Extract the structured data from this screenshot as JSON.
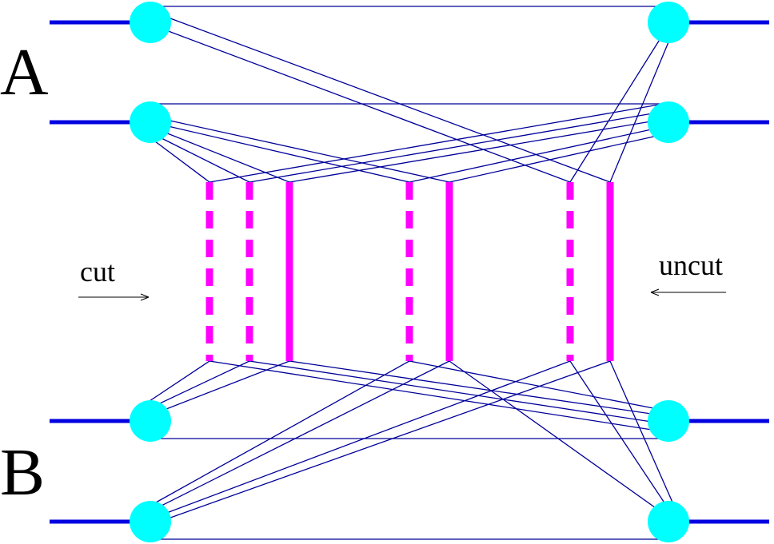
{
  "labels": {
    "group_a": "A",
    "group_b": "B",
    "cut": "cut",
    "uncut": "uncut"
  },
  "colors": {
    "background": "#ffffff",
    "external_line": "#0000e0",
    "node_fill": "#00ffff",
    "connection": "#000099",
    "cut_line": "#ff00ff",
    "text": "#000000",
    "arrow": "#000000"
  },
  "node_icon": "circle",
  "cut_line_styles": [
    "dashed",
    "dashed",
    "solid",
    "dashed",
    "solid",
    "dashed",
    "solid"
  ]
}
